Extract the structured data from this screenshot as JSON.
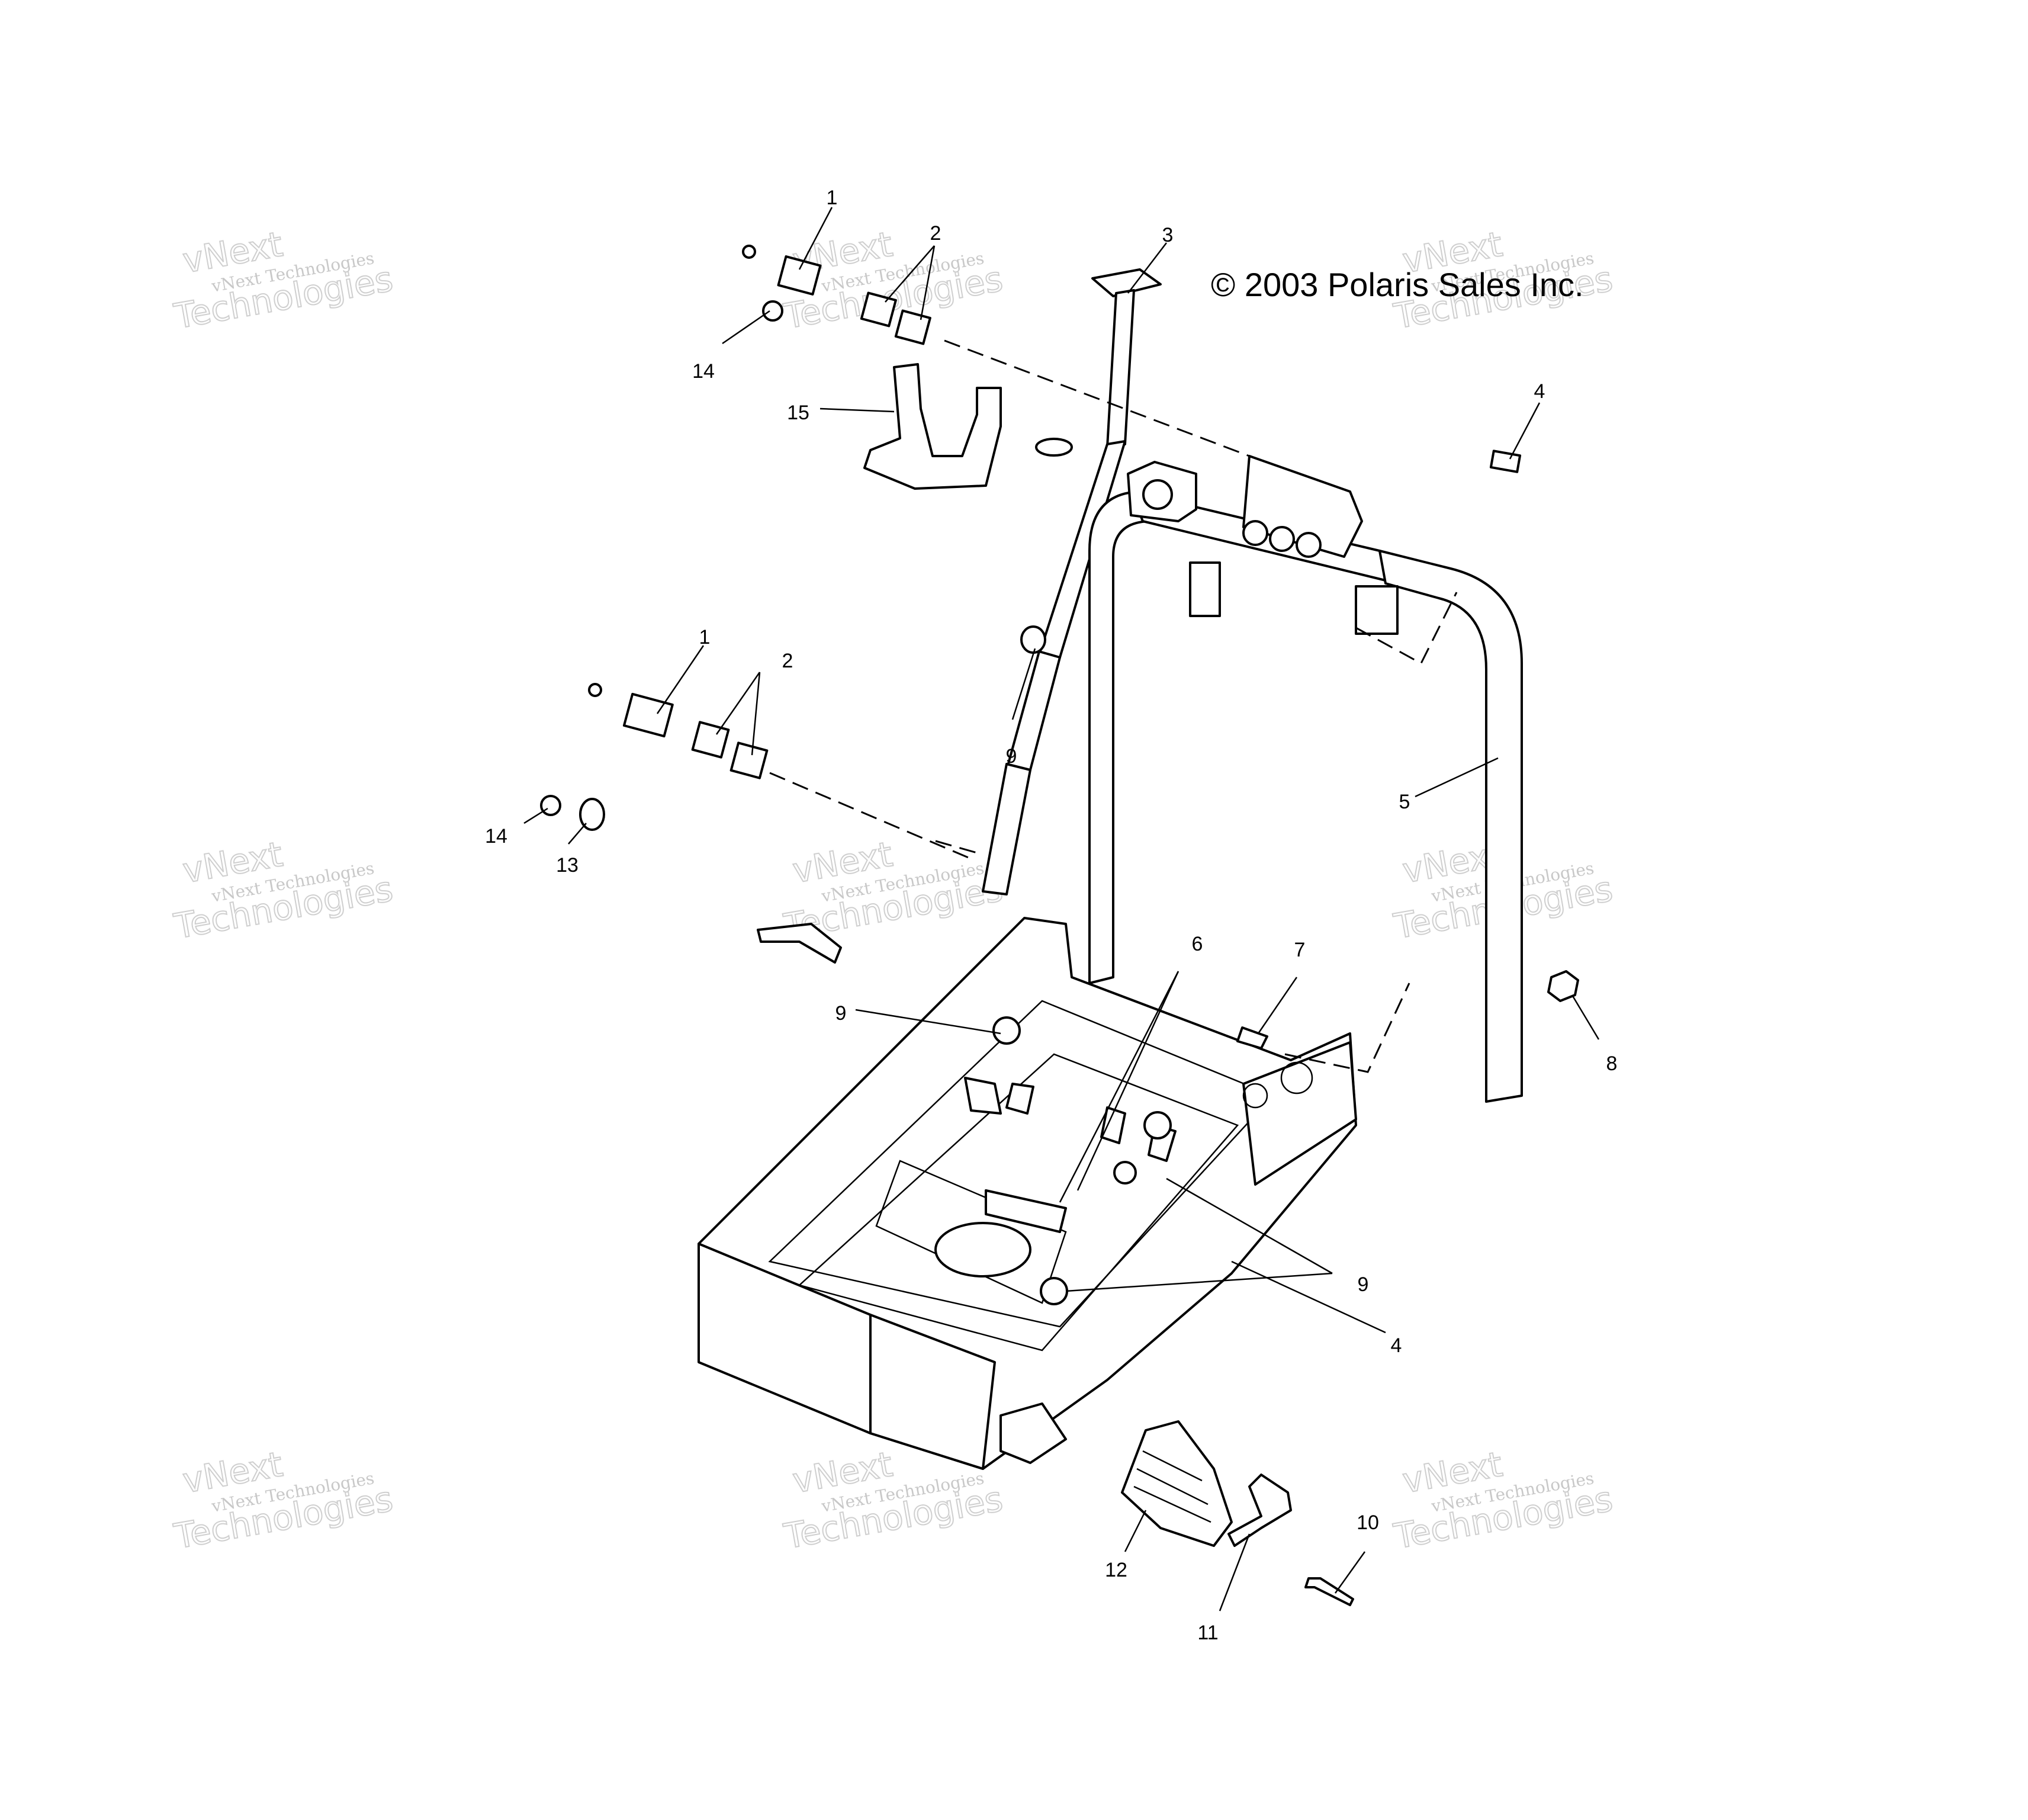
{
  "copyright": "© 2003 Polaris Sales Inc.",
  "watermark": {
    "line1": "vNext Technologies",
    "line2": "vNext",
    "line3": "Technologies"
  },
  "callouts": [
    "1",
    "2",
    "3",
    "14",
    "15",
    "4",
    "9",
    "1",
    "2",
    "5",
    "14",
    "13",
    "6",
    "7",
    "9",
    "8",
    "9",
    "4",
    "10",
    "12",
    "11"
  ]
}
